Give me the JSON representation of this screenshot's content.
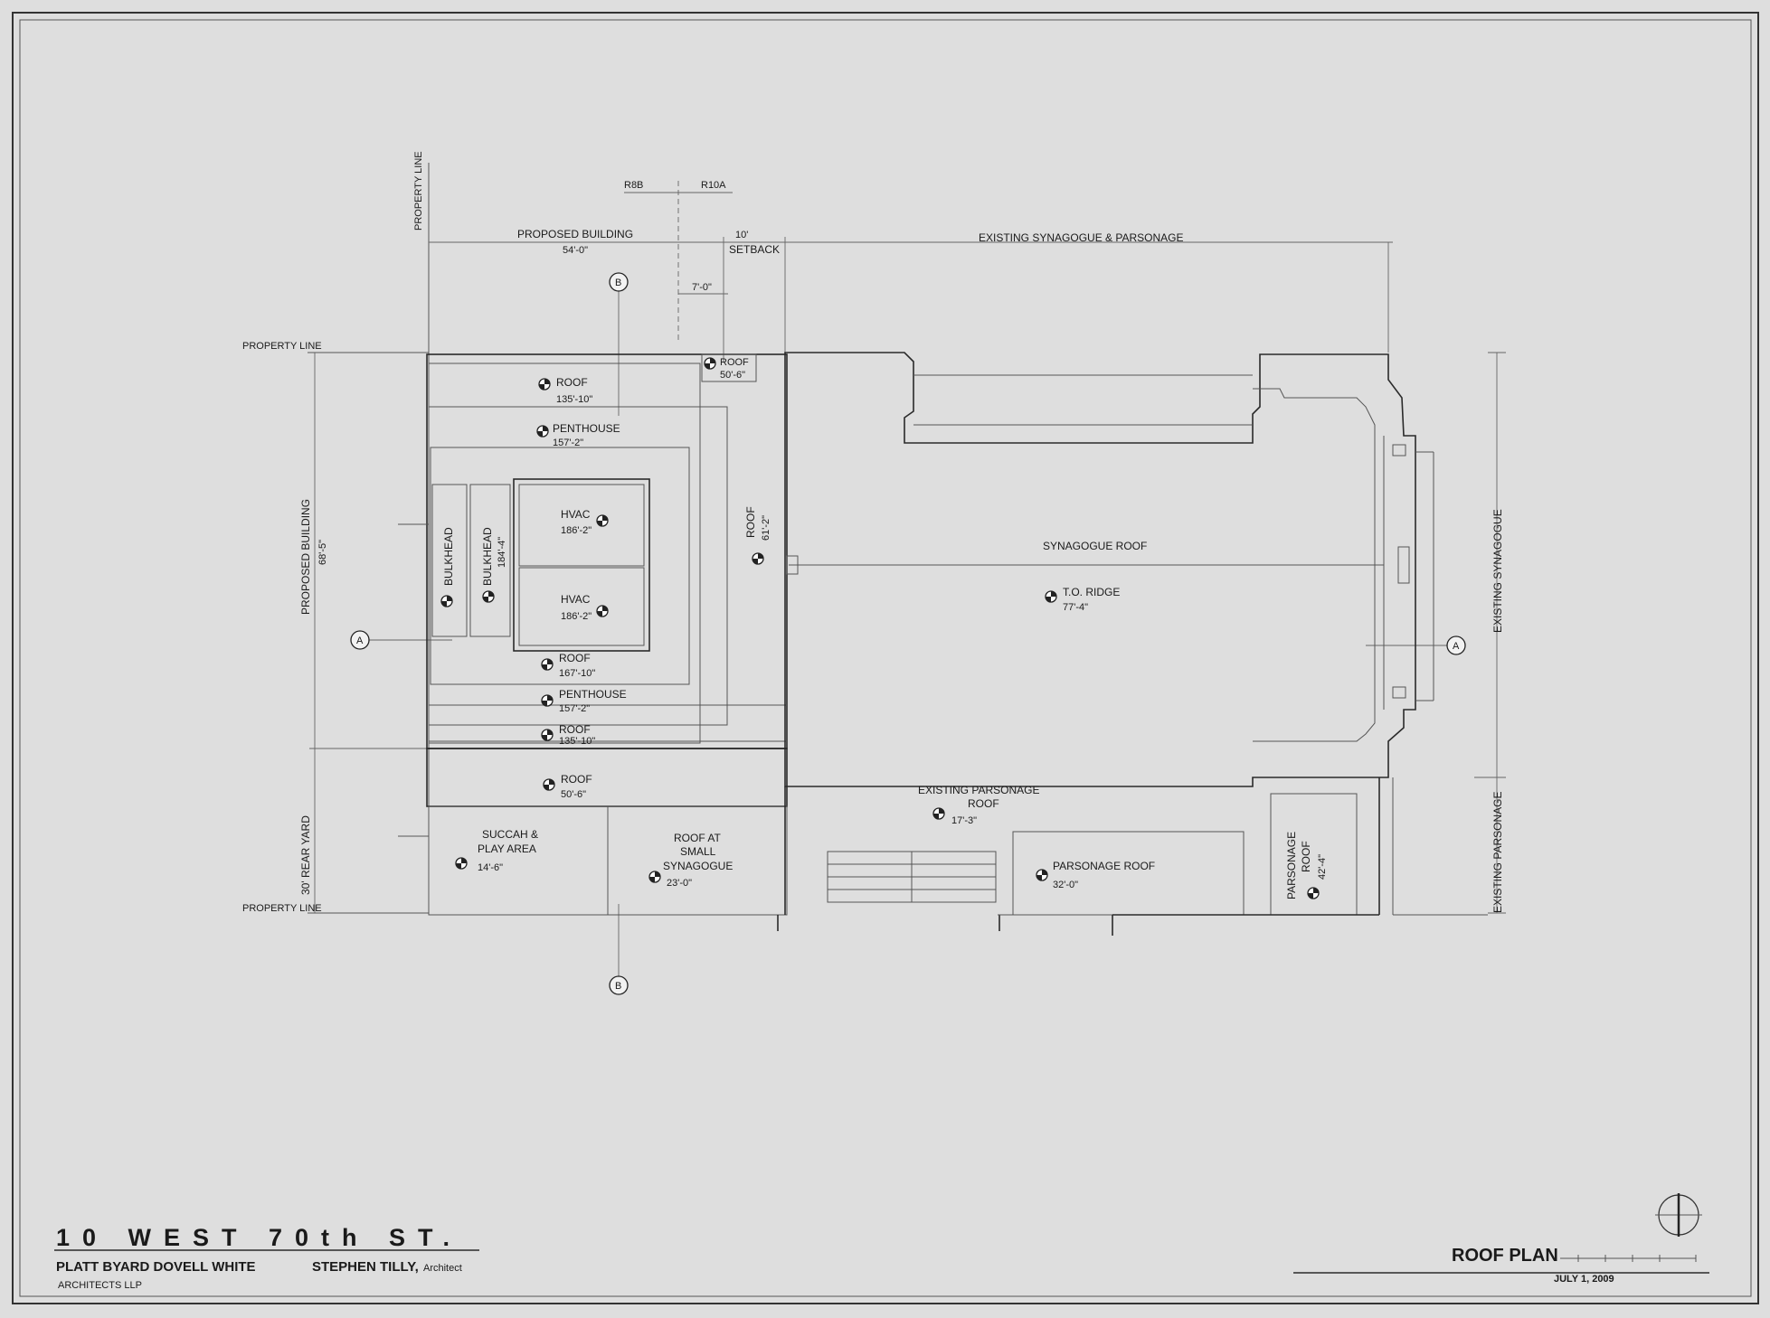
{
  "property": {
    "property_line": "PROPERTY LINE",
    "zone_left": "R8B",
    "zone_right": "R10A"
  },
  "dimensions": {
    "proposed_building_label": "PROPOSED BUILDING",
    "proposed_building_width": "54'-0\"",
    "setback_label": "SETBACK",
    "setback_value": "10'",
    "inner_offset": "7'-0\"",
    "existing_top": "EXISTING SYNAGOGUE & PARSONAGE",
    "proposed_building_depth_label": "PROPOSED BUILDING",
    "proposed_building_depth": "68'-5\"",
    "rear_yard": "30' REAR YARD",
    "existing_synagogue": "EXISTING SYNAGOGUE",
    "existing_parsonage": "EXISTING PARSONAGE"
  },
  "markers": {
    "section_a": "A",
    "section_b": "B"
  },
  "roof_labels": {
    "roof_top": {
      "name": "ROOF",
      "elev": "135'-10\""
    },
    "roof_corner": {
      "name": "ROOF",
      "elev": "50'-6\""
    },
    "penthouse_top": {
      "name": "PENTHOUSE",
      "elev": "157'-2\""
    },
    "hvac_1": {
      "name": "HVAC",
      "elev": "186'-2\""
    },
    "hvac_2": {
      "name": "HVAC",
      "elev": "186'-2\""
    },
    "bulkhead_1": {
      "name": "BULKHEAD"
    },
    "bulkhead_2": {
      "name": "BULKHEAD",
      "elev": "184'-4\""
    },
    "roof_mid": {
      "name": "ROOF",
      "elev": "167'-10\""
    },
    "penthouse_bottom": {
      "name": "PENTHOUSE",
      "elev": "157'-2\""
    },
    "roof_bottom": {
      "name": "ROOF",
      "elev": "135'-10\""
    },
    "roof_side": {
      "name": "ROOF",
      "elev": "61'-2\""
    },
    "roof_lower": {
      "name": "ROOF",
      "elev": "50'-6\""
    },
    "succah": {
      "line1": "SUCCAH &",
      "line2": "PLAY AREA",
      "elev": "14'-6\""
    },
    "small_synagogue": {
      "line1": "ROOF AT",
      "line2": "SMALL",
      "line3": "SYNAGOGUE",
      "elev": "23'-0\""
    },
    "synagogue_roof": {
      "name": "SYNAGOGUE ROOF"
    },
    "ridge": {
      "name": "T.O. RIDGE",
      "elev": "77'-4\""
    },
    "existing_parsonage_roof": {
      "line1": "EXISTING PARSONAGE",
      "line2": "ROOF",
      "elev": "17'-3\""
    },
    "parsonage_roof": {
      "name": "PARSONAGE ROOF",
      "elev": "32'-0\""
    },
    "parsonage_roof_v": {
      "line1": "PARSONAGE",
      "line2": "ROOF",
      "elev": "42'-4\""
    }
  },
  "title_block": {
    "address": "10 WEST 70th ST.",
    "firm": "PLATT BYARD DOVELL WHITE",
    "firm_sub": "ARCHITECTS LLP",
    "architect": "STEPHEN TILLY,",
    "architect_role": "Architect",
    "sheet_title": "ROOF PLAN",
    "date": "JULY 1, 2009"
  }
}
